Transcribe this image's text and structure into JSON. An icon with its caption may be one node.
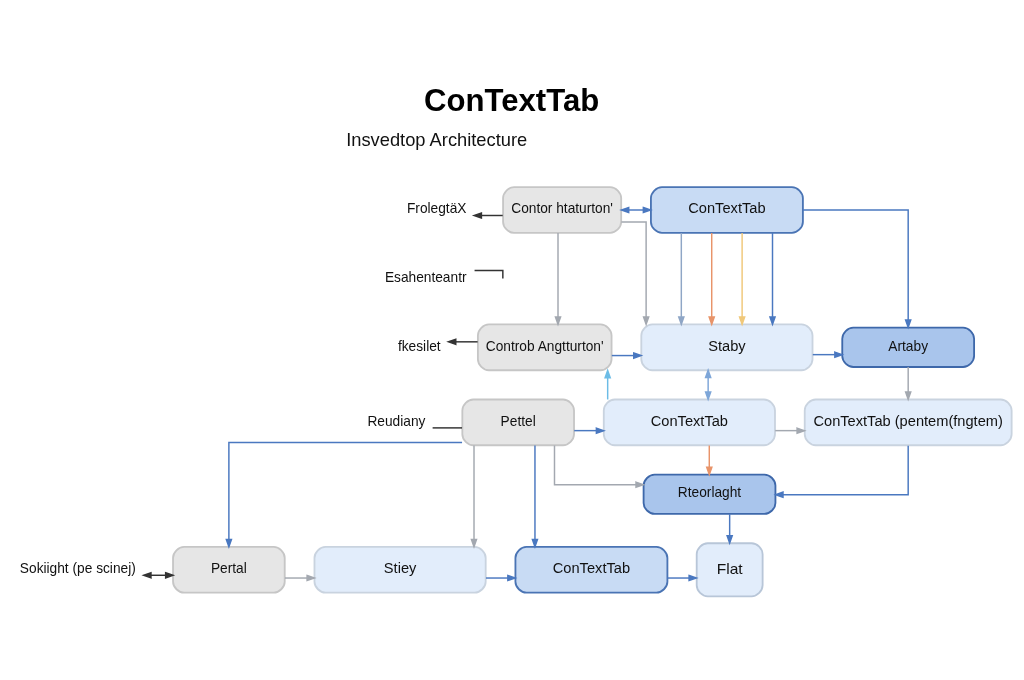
{
  "diagram": {
    "title": "ConTextTab",
    "nodes": [
      {
        "text": [
          "FrolegtäX"
        ]
      },
      {
        "text": [
          "Contor htaturton'"
        ]
      },
      {
        "text": [
          "Esahenteantr"
        ]
      },
      {
        "text": [
          "Controb Angtturton'"
        ]
      },
      {
        "text": [
          "fkesilet"
        ]
      },
      {
        "text": [
          "Reudiany"
        ]
      },
      {
        "text": [
          "Pettel"
        ]
      },
      {
        "text": [
          "Sokiight (pe scinej)"
        ]
      },
      {
        "text": [
          "Pertal"
        ]
      },
      {
        "text": [
          "Staby"
        ]
      },
      {
        "text": [
          "ConTextTab"
        ]
      },
      {
        "text": [
          "Stiey"
        ]
      },
      {
        "text": [
          "ConTextTab"
        ]
      },
      {
        "text": [
          "Artaby"
        ]
      },
      {
        "text": [
          "ConTextTab (pentem(fngtem)"
        ]
      },
      {
        "text": [
          "Rteorlaght"
        ]
      },
      {
        "text": [
          "ConTextTab"
        ]
      },
      {
        "text": [
          "Flat"
        ]
      }
    ],
    "edges": [
      {
        "from": 1,
        "to": 12,
        "arrow": "both"
      },
      {
        "from": 1,
        "to": 0,
        "arrow": "to",
        "color": "#333333"
      },
      {
        "from": 2,
        "to": null,
        "arrow": "none",
        "color": "#333333"
      },
      {
        "from": 1,
        "to": 3,
        "arrow": "to",
        "color": "#a3a8b0"
      },
      {
        "from": 1,
        "to": 9,
        "arrow": "to",
        "color": "#a3a8b0"
      },
      {
        "from": 12,
        "to": 9,
        "arrow": "to",
        "color": "#8fa6c6"
      },
      {
        "from": 12,
        "to": 9,
        "arrow": "to",
        "color": "#e8946a"
      },
      {
        "from": 12,
        "to": 9,
        "arrow": "to",
        "color": "#f0c87a"
      },
      {
        "from": 12,
        "to": 9,
        "arrow": "to"
      },
      {
        "from": 12,
        "to": 13,
        "arrow": "to"
      },
      {
        "from": 3,
        "to": 4,
        "arrow": "to",
        "color": "#333333"
      },
      {
        "from": 3,
        "to": 9,
        "arrow": "to"
      },
      {
        "from": 9,
        "to": 13,
        "arrow": "to"
      },
      {
        "from": 9,
        "to": 10,
        "arrow": "both",
        "color": "#7ea6d8"
      },
      {
        "from": 10,
        "to": 3,
        "arrow": "to",
        "color": "#6cbce6"
      },
      {
        "from": 5,
        "to": 6,
        "arrow": "none",
        "color": "#333333"
      },
      {
        "from": 6,
        "to": 10,
        "arrow": "to"
      },
      {
        "from": 10,
        "to": 14,
        "arrow": "to",
        "color": "#a3a8b0"
      },
      {
        "from": 13,
        "to": 14,
        "arrow": "to",
        "color": "#a3a8b0"
      },
      {
        "from": 10,
        "to": 15,
        "arrow": "to",
        "color": "#e8946a"
      },
      {
        "from": 14,
        "to": 15,
        "arrow": "to"
      },
      {
        "from": 6,
        "to": 15,
        "arrow": "to",
        "color": "#a3a8b0"
      },
      {
        "from": 6,
        "to": 8,
        "arrow": "to"
      },
      {
        "from": 6,
        "to": 11,
        "arrow": "to",
        "color": "#a3a8b0"
      },
      {
        "from": 6,
        "to": 16,
        "arrow": "to"
      },
      {
        "from": 7,
        "to": 8,
        "arrow": "both",
        "color": "#333333"
      },
      {
        "from": 8,
        "to": 11,
        "arrow": "to",
        "color": "#a3a8b0"
      },
      {
        "from": 11,
        "to": 16,
        "arrow": "to"
      },
      {
        "from": 15,
        "to": 17,
        "arrow": "to"
      },
      {
        "from": 16,
        "to": 17,
        "arrow": "to"
      }
    ],
    "labels": [
      "Insvedtop Architecture"
    ]
  }
}
